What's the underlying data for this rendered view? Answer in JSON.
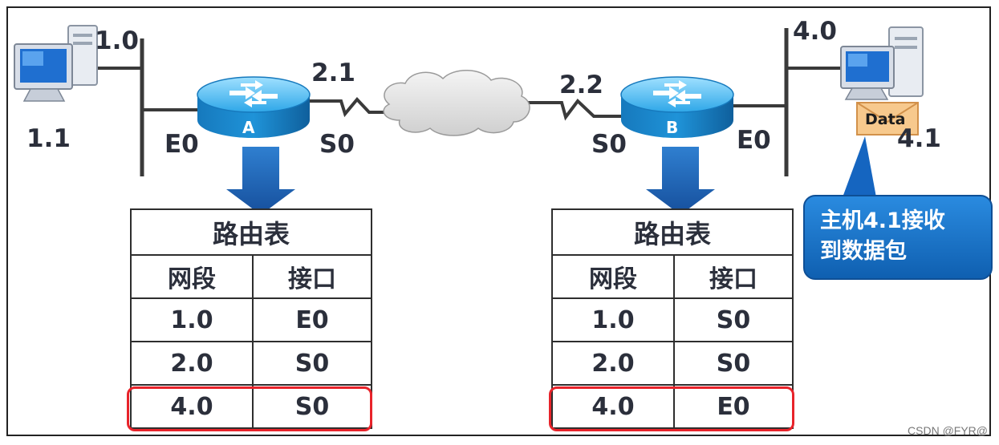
{
  "hosts": {
    "left": {
      "addr": "1.1",
      "net": "1.0"
    },
    "right": {
      "addr": "4.1",
      "net": "4.0",
      "packet": "Data"
    }
  },
  "router_a": {
    "letter": "A",
    "e0": "E0",
    "s0": "S0",
    "link_addr": "2.1"
  },
  "router_b": {
    "letter": "B",
    "e0": "E0",
    "s0": "S0",
    "link_addr": "2.2"
  },
  "table_a": {
    "title": "路由表",
    "headers": [
      "网段",
      "接口"
    ],
    "rows": [
      [
        "1.0",
        "E0"
      ],
      [
        "2.0",
        "S0"
      ],
      [
        "4.0",
        "S0"
      ]
    ]
  },
  "table_b": {
    "title": "路由表",
    "headers": [
      "网段",
      "接口"
    ],
    "rows": [
      [
        "1.0",
        "S0"
      ],
      [
        "2.0",
        "S0"
      ],
      [
        "4.0",
        "E0"
      ]
    ]
  },
  "callout": {
    "line1": "主机4.1接收",
    "line2": "到数据包"
  },
  "watermark": "CSDN @FYR@",
  "colors": {
    "router": "#1e8fd6",
    "arrow": "#1f5fb0",
    "callout": "#1a73c8",
    "highlight": "#e8232a"
  }
}
